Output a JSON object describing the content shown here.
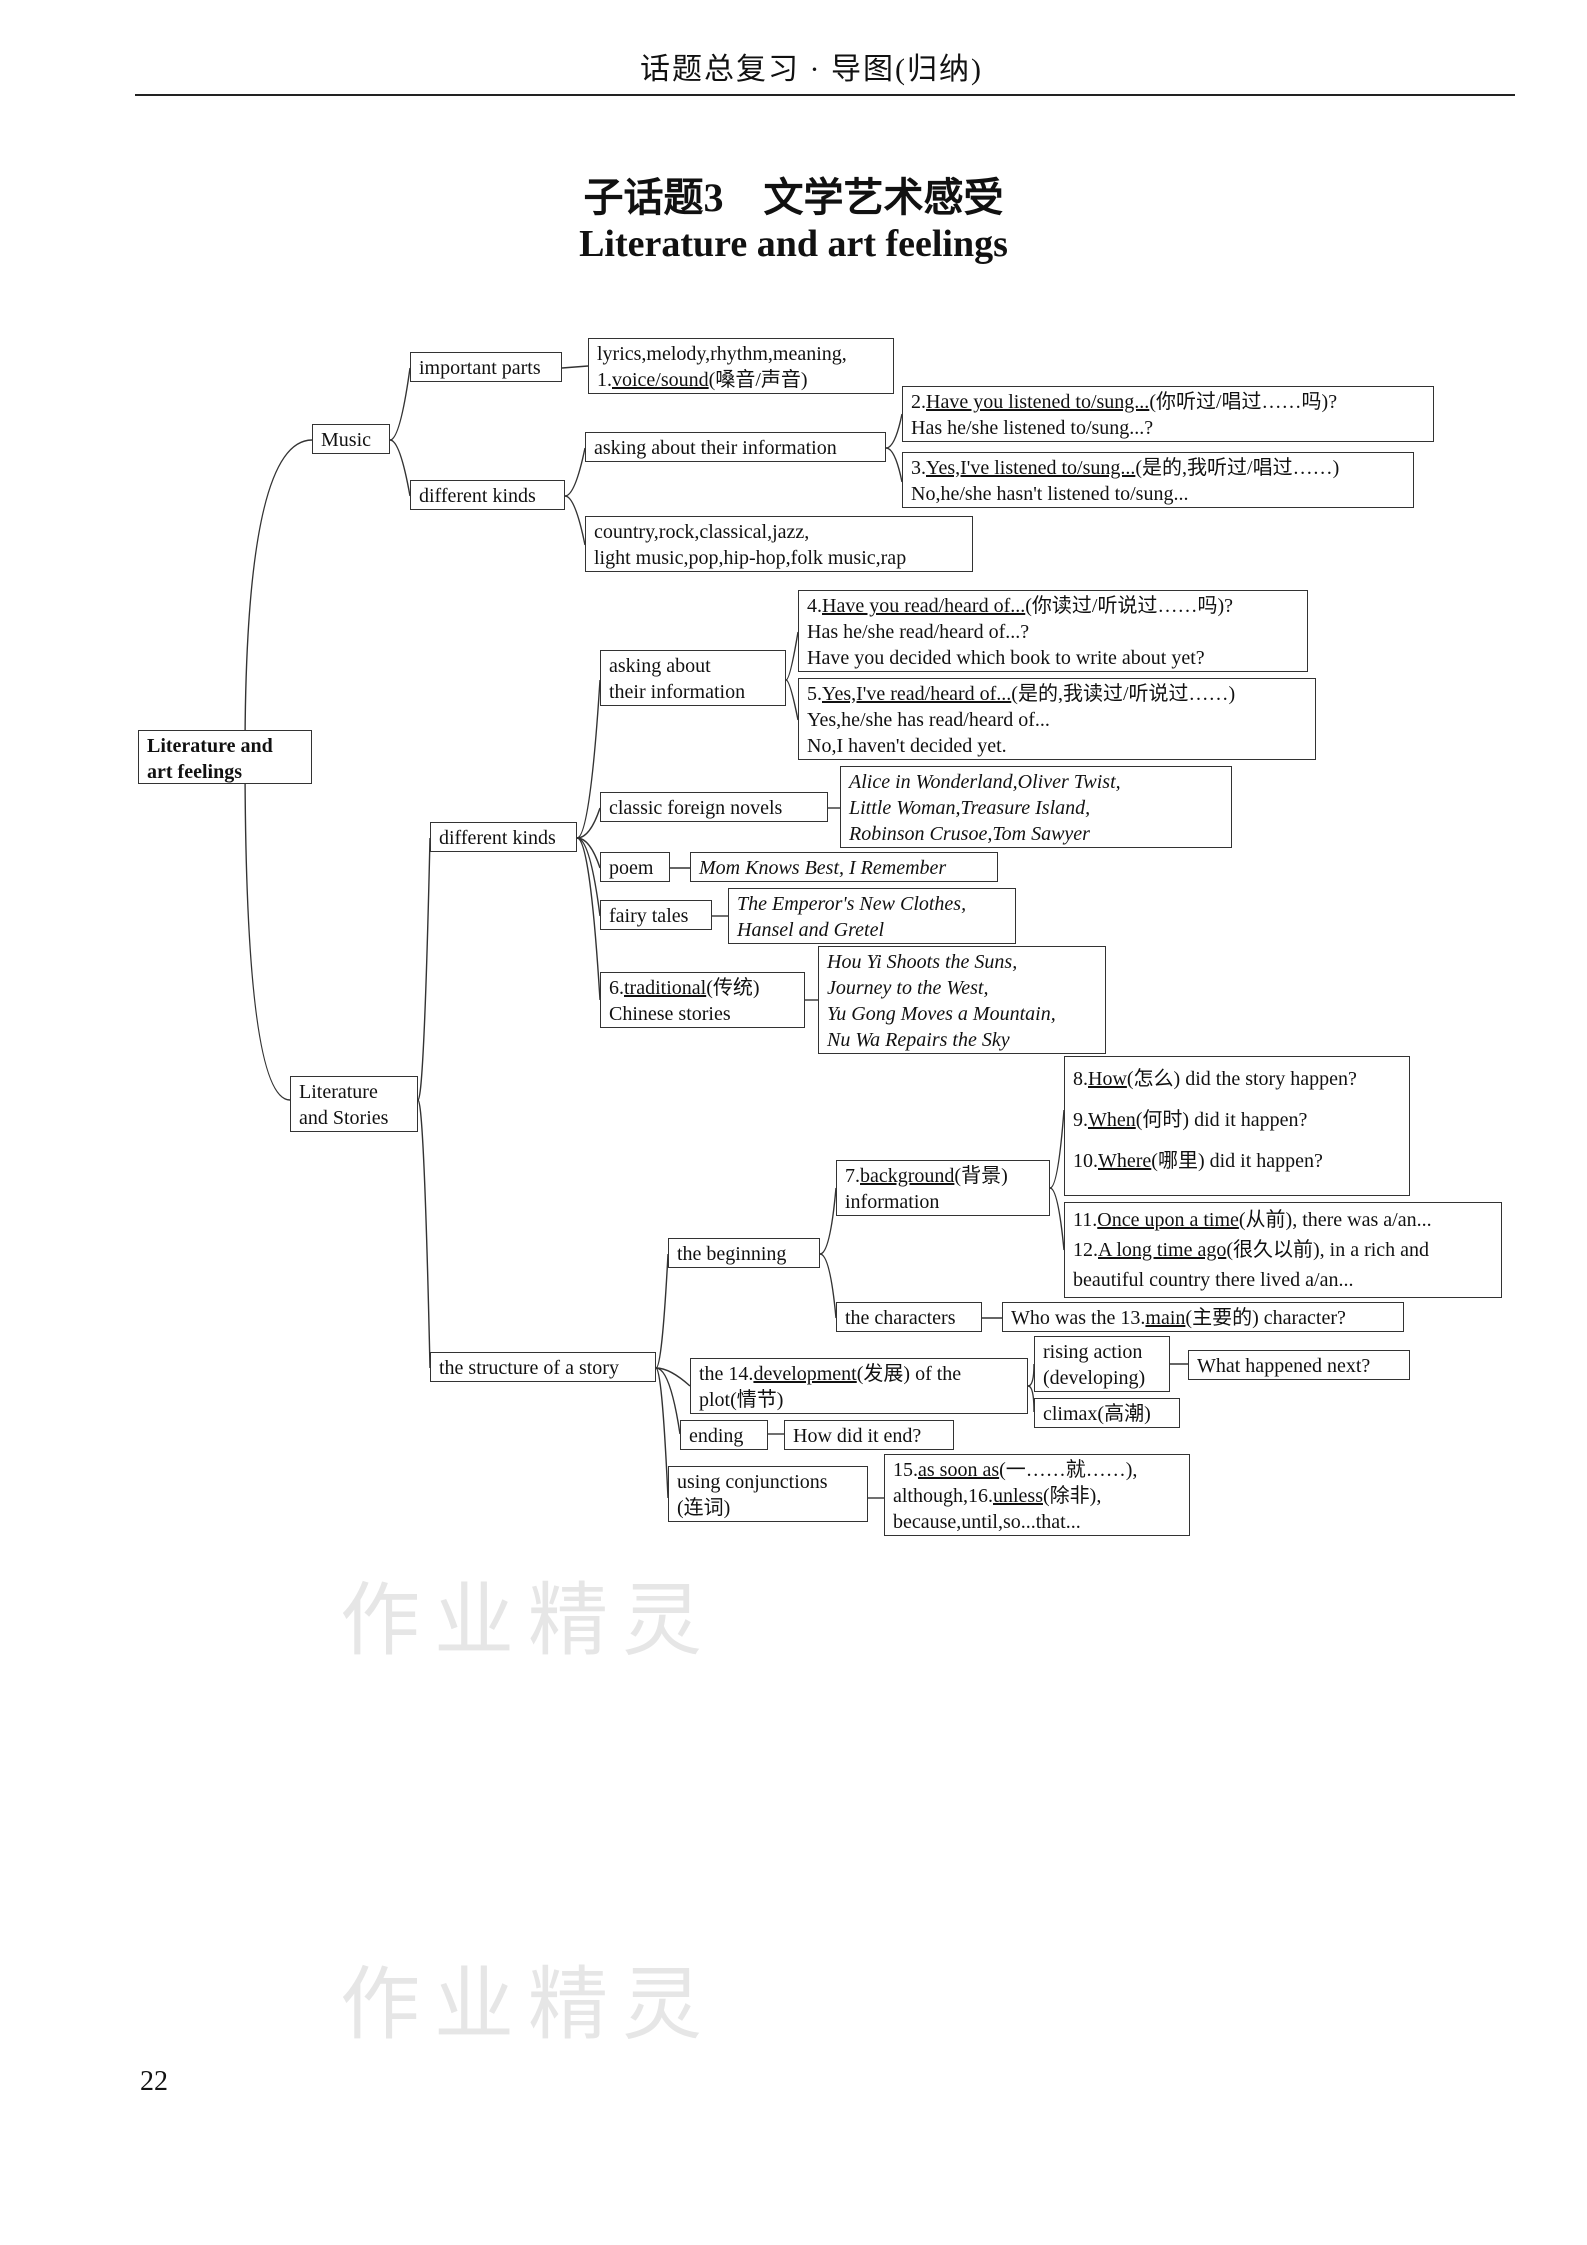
{
  "header": "话题总复习 · 导图(归纳)",
  "title_cn": "子话题3　文学艺术感受",
  "title_en": "Literature and art feelings",
  "page_number": "22",
  "watermark": "作业精灵",
  "nodes": {
    "root": [
      "Literature and",
      "art feelings"
    ],
    "music": "Music",
    "important_parts": "important parts",
    "music_parts": {
      "line1": "lyrics,melody,rhythm,meaning,",
      "num": "1.",
      "ans": "voice/sound",
      "rest": "(嗓音/声音)"
    },
    "music_kinds": "different kinds",
    "music_asking": "asking about their information",
    "q2": {
      "num": "2.",
      "ans": "Have you listened to/sung...",
      "rest": "(你听过/唱过……吗)?",
      "line2": "Has he/she listened to/sung...?"
    },
    "q3": {
      "num": "3.",
      "ans": "Yes,I've listened to/sung...",
      "rest": "(是的,我听过/唱过……)",
      "line2": "No,he/she hasn't listened to/sung..."
    },
    "music_genres": [
      "country,rock,classical,jazz,",
      "light music,pop,hip-hop,folk music,rap"
    ],
    "lit": [
      "Literature",
      "and Stories"
    ],
    "lit_kinds": "different kinds",
    "lit_asking": [
      "asking about",
      "their information"
    ],
    "q4": {
      "num": "4.",
      "ans": "Have you read/heard of...",
      "rest": "(你读过/听说过……吗)?",
      "line2": "Has he/she read/heard of...?",
      "line3": "Have you decided which book to write about yet?"
    },
    "q5": {
      "num": "5.",
      "ans": "Yes,I've read/heard of...",
      "rest": "(是的,我读过/听说过……)",
      "line2": "Yes,he/she has read/heard of...",
      "line3": "No,I haven't decided yet."
    },
    "novels": "classic foreign novels",
    "novel_titles": [
      "Alice in Wonderland,Oliver Twist,",
      "Little Woman,Treasure Island,",
      "Robinson Crusoe,Tom Sawyer"
    ],
    "poem": "poem",
    "poem_titles": "Mom Knows Best, I Remember",
    "fairy": "fairy tales",
    "fairy_titles": [
      "The Emperor's New Clothes,",
      "Hansel and Gretel"
    ],
    "trad": {
      "num": "6.",
      "ans": "traditional",
      "rest": "(传统)",
      "line2": "Chinese stories"
    },
    "trad_titles": [
      "Hou Yi Shoots the Suns,",
      "Journey to the West,",
      "Yu Gong Moves a Mountain,",
      "Nu Wa Repairs the Sky"
    ],
    "structure": "the structure of a story",
    "beginning": "the beginning",
    "background": {
      "num": "7.",
      "ans": "background",
      "rest": "(背景)",
      "line2": "information"
    },
    "q8": {
      "num": "8.",
      "ans": "How",
      "rest": "(怎么) did the story happen?"
    },
    "q9": {
      "num": "9.",
      "ans": "When",
      "rest": "(何时) did it happen?"
    },
    "q10": {
      "num": "10.",
      "ans": "Where",
      "rest": "(哪里) did it happen?"
    },
    "q11": {
      "num": "11.",
      "ans": "Once upon a time",
      "rest": "(从前), there was a/an..."
    },
    "q12": {
      "num": "12.",
      "ans": "A long time ago",
      "rest": "(很久以前), in a rich and",
      "line2": "beautiful country there lived a/an..."
    },
    "characters": "the characters",
    "q13": {
      "pre": "Who was the 13.",
      "ans": "main",
      "rest": "(主要的) character?"
    },
    "plot": {
      "pre": "the 14.",
      "ans": "development",
      "rest": "(发展) of the",
      "line2": "plot(情节)"
    },
    "rising": [
      "rising action",
      "(developing)"
    ],
    "next": "What happened next?",
    "climax": "climax(高潮)",
    "ending": "ending",
    "end_q": "How did it end?",
    "conj": [
      "using conjunctions",
      "(连词)"
    ],
    "q15": {
      "num": "15.",
      "ans": "as soon as",
      "rest": "(一……就……),"
    },
    "q16": {
      "pre": "although,16.",
      "ans": "unless",
      "rest": "(除非),",
      "line3": "because,until,so...that..."
    }
  }
}
